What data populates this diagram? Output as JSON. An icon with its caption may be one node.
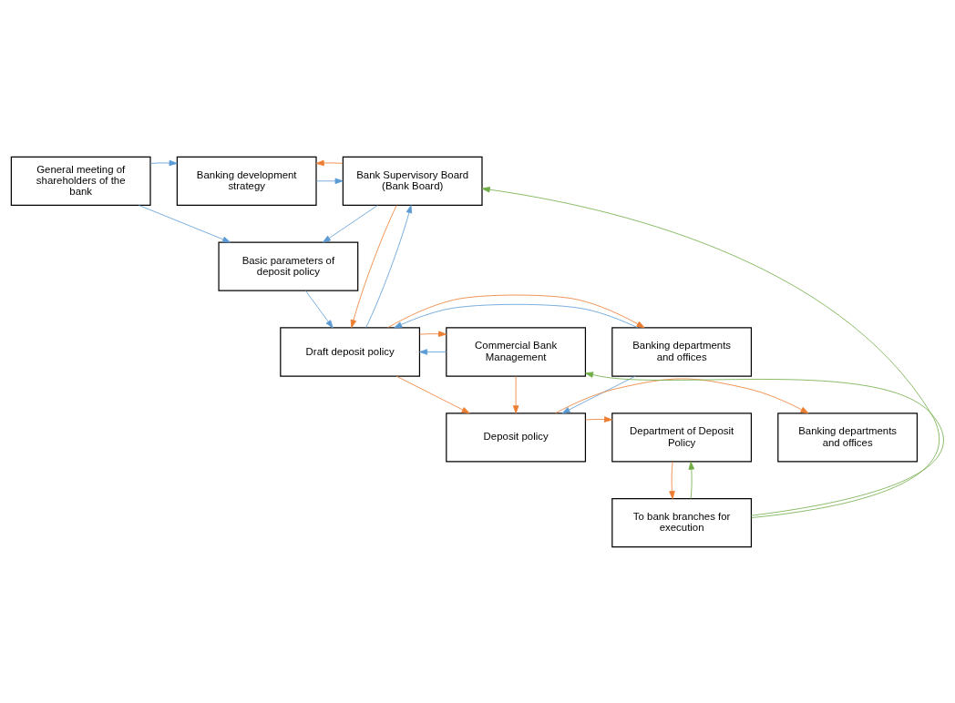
{
  "diagram": {
    "nodes": [
      {
        "text": [
          "Bank Supervisory Board (Bank Board)"
        ]
      },
      {
        "text": [
          "Banking development strategy"
        ]
      },
      {
        "text": [
          "General meeting of shareholders of the bank"
        ]
      },
      {
        "text": [
          "Basic parameters of deposit policy"
        ]
      },
      {
        "text": [
          "Banking departments and offices"
        ]
      },
      {
        "text": [
          "Draft deposit policy"
        ]
      },
      {
        "text": [
          "Commercial Bank Management"
        ]
      },
      {
        "text": [
          "Banking departments and offices"
        ]
      },
      {
        "text": [
          "Deposit policy"
        ]
      },
      {
        "text": [
          "Department of Deposit Policy"
        ]
      },
      {
        "text": [
          "To bank branches for execution"
        ]
      }
    ],
    "edges": [
      {
        "from": 1,
        "to": 0,
        "arrow": "to",
        "color": "#5b9bd5"
      },
      {
        "from": 0,
        "to": 1,
        "arrow": "to",
        "color": "#ed7d31"
      },
      {
        "from": 2,
        "to": 1,
        "arrow": "to",
        "color": "#5b9bd5"
      },
      {
        "from": 0,
        "to": 3,
        "arrow": "to",
        "color": "#5b9bd5"
      },
      {
        "from": 2,
        "to": 3,
        "arrow": "to",
        "color": "#5b9bd5"
      },
      {
        "from": 3,
        "to": 5,
        "arrow": "to",
        "color": "#5b9bd5"
      },
      {
        "from": 5,
        "to": 0,
        "arrow": "to",
        "color": "#5b9bd5"
      },
      {
        "from": 0,
        "to": 5,
        "arrow": "to",
        "color": "#ed7d31"
      },
      {
        "from": 4,
        "to": 5,
        "arrow": "to",
        "color": "#5b9bd5"
      },
      {
        "from": 5,
        "to": 4,
        "arrow": "to",
        "color": "#ed7d31"
      },
      {
        "from": 6,
        "to": 5,
        "arrow": "to",
        "color": "#5b9bd5"
      },
      {
        "from": 5,
        "to": 6,
        "arrow": "to",
        "color": "#ed7d31"
      },
      {
        "from": 4,
        "to": 8,
        "arrow": "to",
        "color": "#5b9bd5"
      },
      {
        "from": 5,
        "to": 8,
        "arrow": "to",
        "color": "#ed7d31"
      },
      {
        "from": 6,
        "to": 8,
        "arrow": "to",
        "color": "#ed7d31"
      },
      {
        "from": 8,
        "to": 7,
        "arrow": "to",
        "color": "#ed7d31"
      },
      {
        "from": 8,
        "to": 9,
        "arrow": "to",
        "color": "#ed7d31"
      },
      {
        "from": 9,
        "to": 10,
        "arrow": "to",
        "color": "#ed7d31"
      },
      {
        "from": 10,
        "to": 9,
        "arrow": "to",
        "color": "#70ad47"
      },
      {
        "from": 10,
        "to": 0,
        "arrow": "to",
        "color": "#70ad47"
      },
      {
        "from": 10,
        "to": 6,
        "arrow": "to",
        "color": "#70ad47"
      }
    ]
  }
}
